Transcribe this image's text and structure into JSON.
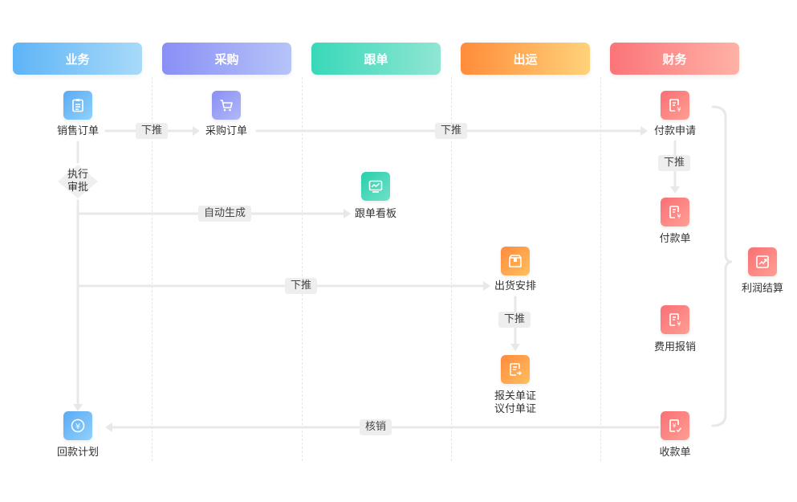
{
  "lanes": [
    "业务",
    "采购",
    "跟单",
    "出运",
    "财务"
  ],
  "nodes": {
    "sales_order": "销售订单",
    "purchase_order": "采购订单",
    "payment_request": "付款申请",
    "execute_approve_line1": "执行",
    "execute_approve_line2": "审批",
    "tracking_board": "跟单看板",
    "payment_slip": "付款单",
    "shipment_arrangement": "出货安排",
    "profit_settlement": "利润结算",
    "expense_reimbursement": "费用报销",
    "customs_docs_line1": "报关单证",
    "customs_docs_line2": "议付单证",
    "collection_plan": "回款计划",
    "receipt_slip": "收款单"
  },
  "edges": {
    "push_1": "下推",
    "push_2": "下推",
    "push_3": "下推",
    "auto_generate": "自动生成",
    "push_4": "下推",
    "push_5": "下推",
    "write_off": "核销"
  },
  "colors": {
    "business": "#5eb4f7",
    "purchase": "#8a8ff6",
    "tracking": "#38d8b9",
    "shipping": "#ff8c3a",
    "finance": "#fb7478",
    "connector": "#e8e8e8"
  },
  "icons": [
    "clipboard-icon",
    "cart-icon",
    "invoice-yen-icon",
    "chart-board-icon",
    "invoice-yen-icon",
    "box-icon",
    "profit-chart-icon",
    "invoice-yen-icon",
    "document-arrow-icon",
    "yen-circle-icon",
    "receipt-check-icon"
  ]
}
